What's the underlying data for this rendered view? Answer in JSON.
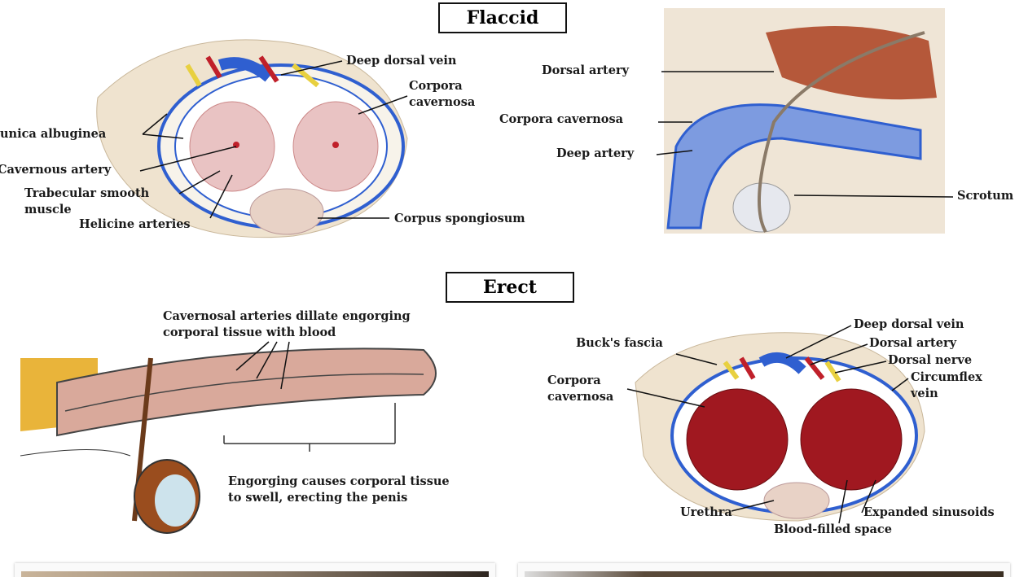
{
  "flaccid": {
    "title": "Flaccid",
    "cross_section_labels": {
      "deep_dorsal_vein": "Deep dorsal vein",
      "corpora_line1": "Corpora",
      "corpora_line2": "cavernosa",
      "tunica_albuginea": "unica albuginea",
      "cavernous_artery": "Cavernous artery",
      "trabecular_line1": "Trabecular smooth",
      "trabecular_line2": "muscle",
      "helicine_arteries": "Helicine arteries",
      "corpus_spongiosum": "Corpus spongiosum"
    },
    "sagittal_labels": {
      "dorsal_artery": "Dorsal artery",
      "corpora_cavernosa": "Corpora cavernosa",
      "deep_artery": "Deep artery",
      "scrotum": "Scrotum"
    }
  },
  "erect": {
    "title": "Erect",
    "side_labels": {
      "cavernosal_line1": "Cavernosal arteries dillate engorging",
      "cavernosal_line2": "corporal tissue with blood",
      "engorging_line1": "Engorging causes corporal tissue",
      "engorging_line2": "to swell, erecting the penis"
    },
    "cross_section_labels": {
      "deep_dorsal_vein": "Deep dorsal vein",
      "bucks_fascia": "Buck's fascia",
      "dorsal_artery": "Dorsal artery",
      "dorsal_nerve": "Dorsal nerve",
      "circumflex_line1": "Circumflex",
      "circumflex_line2": "vein",
      "corpora_line1": "Corpora",
      "corpora_line2": "cavernosa",
      "urethra": "Urethra",
      "expanded_sinusoids": "Expanded sinusoids",
      "blood_filled_space": "Blood-filled space"
    }
  },
  "colors": {
    "vein": "#2f5fd0",
    "artery": "#c0202a",
    "nerve": "#e8d040",
    "tissue_flaccid": "#e9c3c3",
    "tissue_erect": "#a01820",
    "skin": "#efe3cf"
  }
}
